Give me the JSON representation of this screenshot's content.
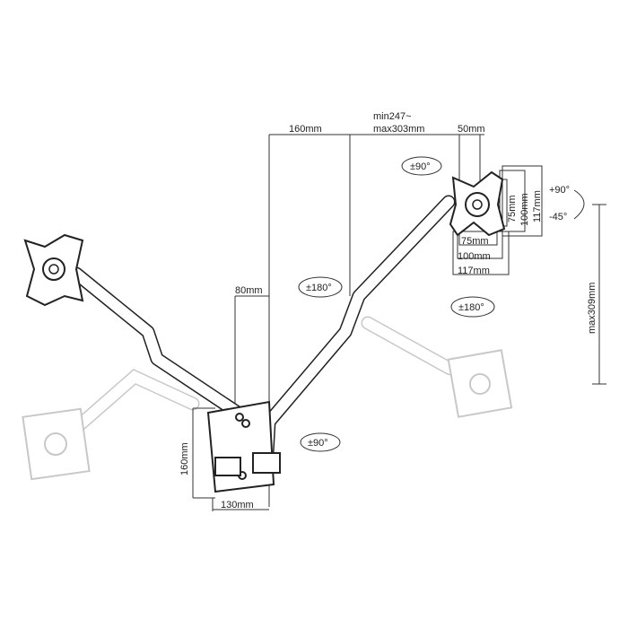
{
  "dimensions": {
    "arm_offset": "160mm",
    "extension_min": "min247~",
    "extension_max": "max303mm",
    "vesa_offset": "50mm",
    "vesa_v_75": "75mm",
    "vesa_v_100": "100mm",
    "vesa_v_117": "117mm",
    "vesa_h_75": "75mm",
    "vesa_h_100": "100mm",
    "vesa_h_117": "117mm",
    "height_max": "max309mm",
    "pole_offset": "80mm",
    "clamp_height": "160mm",
    "clamp_width": "130mm"
  },
  "rotations": {
    "swivel_head": "±90°",
    "tilt_up": "+90°",
    "tilt_down": "-45°",
    "rotate_screen": "±180°",
    "rotate_arm": "±180°",
    "swivel_base": "±90°"
  },
  "colors": {
    "line": "#222222",
    "ghost": "#c8c8c8"
  }
}
